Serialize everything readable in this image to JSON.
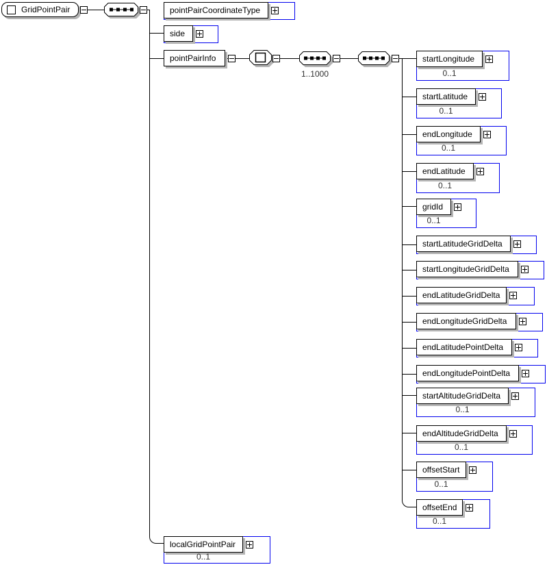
{
  "root": {
    "label": "GridPointPair"
  },
  "info_sequence": {
    "cardinality": "1..1000"
  },
  "children": [
    {
      "label": "pointPairCoordinateType"
    },
    {
      "label": "side"
    },
    {
      "label": "pointPairInfo"
    },
    {
      "label": "localGridPointPair",
      "cardinality": "0..1"
    }
  ],
  "point_pair_info_children": [
    {
      "label": "startLongitude",
      "cardinality": "0..1"
    },
    {
      "label": "startLatitude",
      "cardinality": "0..1"
    },
    {
      "label": "endLongitude",
      "cardinality": "0..1"
    },
    {
      "label": "endLatitude",
      "cardinality": "0..1"
    },
    {
      "label": "gridId",
      "cardinality": "0..1"
    },
    {
      "label": "startLatitudeGridDelta"
    },
    {
      "label": "startLongitudeGridDelta"
    },
    {
      "label": "endLatitudeGridDelta"
    },
    {
      "label": "endLongitudeGridDelta"
    },
    {
      "label": "endLatitudePointDelta"
    },
    {
      "label": "endLongitudePointDelta"
    },
    {
      "label": "startAltitudeGridDelta",
      "cardinality": "0..1"
    },
    {
      "label": "endAltitudeGridDelta",
      "cardinality": "0..1"
    },
    {
      "label": "offsetStart",
      "cardinality": "0..1"
    },
    {
      "label": "offsetEnd",
      "cardinality": "0..1"
    }
  ],
  "colors": {
    "frame_blue": "#0000ee",
    "shadow_gray": "#b4b4b4",
    "line_black": "#000000"
  }
}
